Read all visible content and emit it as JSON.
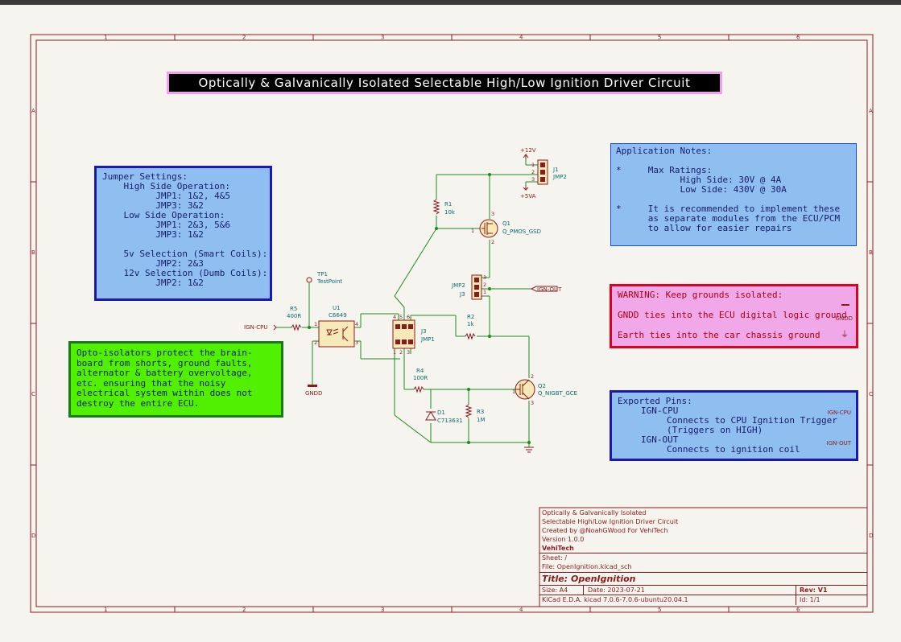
{
  "sheet": {
    "ruler_cols": [
      "1",
      "2",
      "3",
      "4",
      "5",
      "6"
    ],
    "ruler_rows": [
      "A",
      "B",
      "C",
      "D"
    ],
    "border_color": "#8b1a1a",
    "wire_color": "#1c8c1c",
    "text_color": "#1a1a6b"
  },
  "title": "Optically & Galvanically Isolated Selectable High/Low Ignition Driver Circuit",
  "jumper_notes": {
    "lines": [
      "Jumper Settings:",
      "    High Side Operation:",
      "          JMP1: 1&2, 4&5",
      "          JMP3: 3&2",
      "    Low Side Operation:",
      "          JMP1: 2&3, 5&6",
      "          JMP3: 1&2",
      "",
      "    5v Selection (Smart Coils):",
      "          JMP2: 2&3",
      "    12v Selection (Dumb Coils):",
      "          JMP2: 1&2"
    ]
  },
  "app_notes": {
    "lines": [
      "Application Notes:",
      "",
      "*     Max Ratings:",
      "            High Side: 30V @ 4A",
      "            Low Side: 430V @ 30A",
      "",
      "*     It is recommended to implement these",
      "      as separate modules from the ECU/PCM",
      "      to allow for easier repairs"
    ]
  },
  "warning": {
    "title": "WARNING: Keep grounds isolated:",
    "line1": "GNDD ties into the ECU digital logic ground",
    "line2": "Earth ties into the car chassis ground",
    "gndd_label": "GNDD"
  },
  "opto_note": "Opto-isolators protect the brain-board from shorts, ground faults, alternator & battery overvoltage, etc. ensuring that the noisy electrical system within does not destroy the entire ECU.",
  "exported_pins": {
    "title": "Exported Pins:",
    "pin1": "IGN-CPU",
    "pin1_desc": "Connects to CPU Ignition Trigger",
    "pin1_desc2": "(Triggers on HIGH)",
    "pin2": "IGN-OUT",
    "pin2_desc": "Connects to ignition coil",
    "pin1_tag": "IGN-CPU",
    "pin2_tag": "IGN-OUT"
  },
  "components": {
    "tp1_ref": "TP1",
    "tp1_val": "TestPoint",
    "r5_ref": "R5",
    "r5_val": "400R",
    "u1_ref": "U1",
    "u1_val": "C6649",
    "r1_ref": "R1",
    "r1_val": "10k",
    "q1_ref": "Q1",
    "q1_val": "Q_PMOS_GSD",
    "j1_ref": "J1",
    "j1_val": "JMP2",
    "j3_ref": "J3",
    "j3_val": "JMP2",
    "jmp1_ref": "J3",
    "jmp1_val": "JMP1",
    "r2_ref": "R2",
    "r2_val": "1k",
    "r4_ref": "R4",
    "r4_val": "100R",
    "q2_ref": "Q2",
    "q2_val": "Q_NIGBT_GCE",
    "d1_ref": "D1",
    "d1_val": "C713631",
    "r3_ref": "R3",
    "r3_val": "1M",
    "pwr_12v": "+12V",
    "pwr_5va": "+5VA",
    "gndd": "GNDD",
    "ign_cpu_in": "IGN-CPU",
    "ign_out": "IGN-OUT"
  },
  "title_block": {
    "desc1": "Optically & Galvanically Isolated",
    "desc2": "Selectable High/Low Ignition Driver Circuit",
    "created": "Created by @NoahGWood For VehiTech",
    "version": "Version 1.0.0",
    "company": "VehiTech",
    "sheet": "Sheet: /",
    "file": "File: OpenIgnition.kicad_sch",
    "title": "Title: OpenIgnition",
    "size": "Size: A4",
    "date": "Date: 2023-07-21",
    "rev": "Rev: V1",
    "tool": "KiCad E.D.A.  kicad 7.0.6-7.0.6-ubuntu20.04.1",
    "id": "Id: 1/1"
  }
}
